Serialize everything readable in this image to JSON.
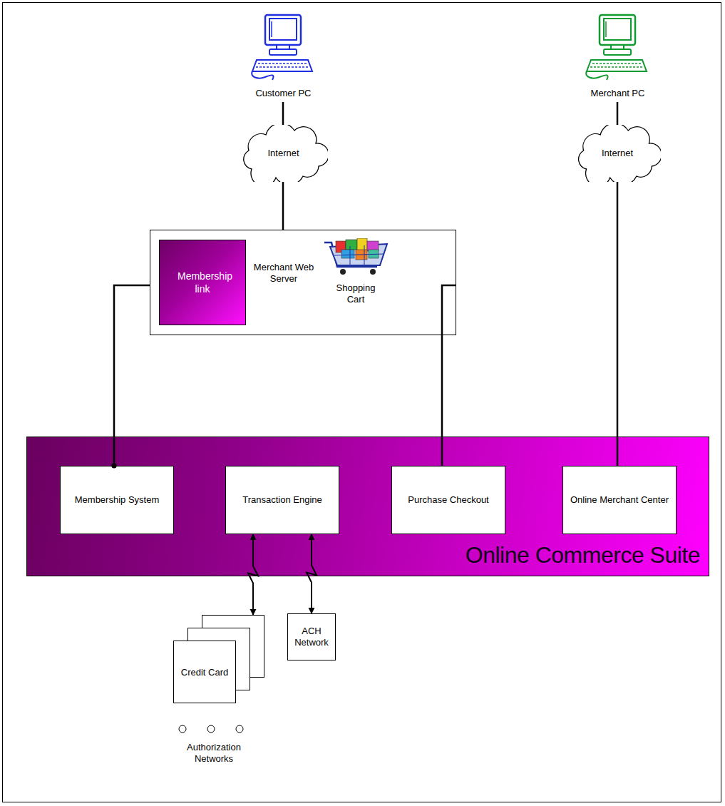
{
  "diagram": {
    "nodes": [
      {
        "text": [
          "Customer PC"
        ]
      },
      {
        "text": [
          "Internet"
        ]
      },
      {
        "text": [
          "Merchant PC"
        ]
      },
      {
        "text": [
          "Internet"
        ]
      },
      {
        "text": [
          "Merchant Web Server"
        ]
      },
      {
        "text": [
          "Membership link"
        ],
        "in": 4
      },
      {
        "text": [
          "Shopping Cart"
        ],
        "in": 4
      },
      {
        "text": [
          "Online Commerce Suite"
        ]
      },
      {
        "text": [
          "Membership System"
        ],
        "in": 7
      },
      {
        "text": [
          "Transaction Engine"
        ],
        "in": 7
      },
      {
        "text": [
          "Purchase Checkout"
        ],
        "in": 7
      },
      {
        "text": [
          "Online Merchant Center"
        ],
        "in": 7
      },
      {
        "text": [
          "Credit Card"
        ]
      },
      {
        "text": [
          "ACH Network"
        ]
      }
    ],
    "edges": [
      {
        "from": 0,
        "to": 1,
        "arrow": "none"
      },
      {
        "from": 1,
        "to": 4,
        "arrow": "none"
      },
      {
        "from": 2,
        "to": 3,
        "arrow": "none"
      },
      {
        "from": 3,
        "to": 11,
        "arrow": "none"
      },
      {
        "from": 4,
        "to": 8,
        "arrow": "none"
      },
      {
        "from": 4,
        "to": 10,
        "arrow": "none"
      },
      {
        "from": 9,
        "to": 12,
        "arrow": "both"
      },
      {
        "from": 9,
        "to": 13,
        "arrow": "both"
      }
    ],
    "labels": [
      "Authorization Networks"
    ]
  }
}
